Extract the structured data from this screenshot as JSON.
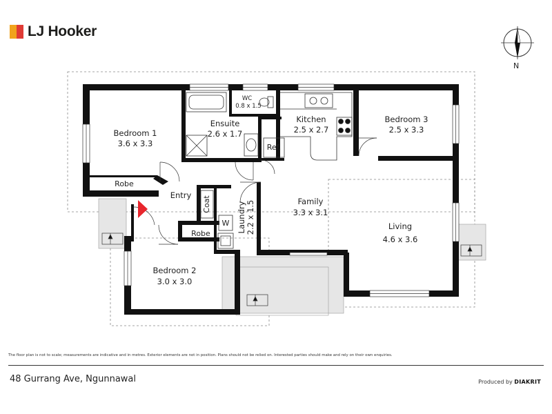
{
  "brand": {
    "name": "LJ Hooker",
    "colors": [
      "#f1a31c",
      "#e03b35"
    ]
  },
  "compass": {
    "north_label": "N"
  },
  "rooms": {
    "bedroom1": {
      "name": "Bedroom 1",
      "size": "3.6 x 3.3"
    },
    "ensuite": {
      "name": "Ensuite",
      "size": "2.6 x 1.7"
    },
    "wc": {
      "name": "WC",
      "size": "0.8 x 1.5"
    },
    "kitchen": {
      "name": "Kitchen",
      "size": "2.5 x 2.7"
    },
    "bedroom3": {
      "name": "Bedroom 3",
      "size": "2.5 x 3.3"
    },
    "family": {
      "name": "Family",
      "size": "3.3 x 3.1"
    },
    "living": {
      "name": "Living",
      "size": "4.6 x 3.6"
    },
    "laundry": {
      "name": "Laundry",
      "size": "2.2 x 1.5"
    },
    "bedroom2": {
      "name": "Bedroom 2",
      "size": "3.0 x 3.0"
    },
    "entry": {
      "name": "Entry"
    }
  },
  "fixtures": {
    "robe1": "Robe",
    "robe2": "Robe",
    "coat": "Coat",
    "washer": "W",
    "fridge": "Ref."
  },
  "colors": {
    "wall": "#111111",
    "outdoor": "#e6e6e6",
    "entry_marker": "#e8262d"
  },
  "disclaimer": "The floor plan is not to scale; measurements are indicative and in metres. Exterior elements are not in position. Plans should not be relied on. Interested parties should make and rely on their own enquiries.",
  "address": "48 Gurrang Ave, Ngunnawal",
  "credit": {
    "prefix": "Produced by",
    "brand": "DIAKRIT"
  }
}
